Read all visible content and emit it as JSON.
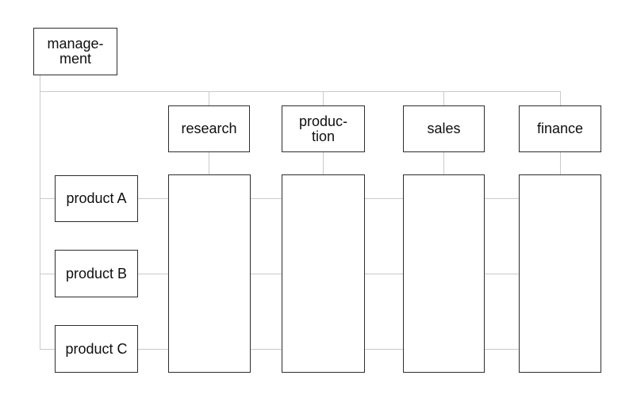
{
  "colors": {
    "box_border": "#2d2d2d",
    "connector_line": "#c9cacb",
    "box_fill": "#ffffff",
    "canvas_background": "#ffffff",
    "label_text": "#0f0f0f"
  },
  "nodes": {
    "management": {
      "label": "manage-\nment"
    },
    "research": {
      "label": "research"
    },
    "production": {
      "label": "produc-\ntion"
    },
    "sales": {
      "label": "sales"
    },
    "finance": {
      "label": "finance"
    },
    "product_a": {
      "label": "product A"
    },
    "product_b": {
      "label": "product B"
    },
    "product_c": {
      "label": "product C"
    }
  }
}
